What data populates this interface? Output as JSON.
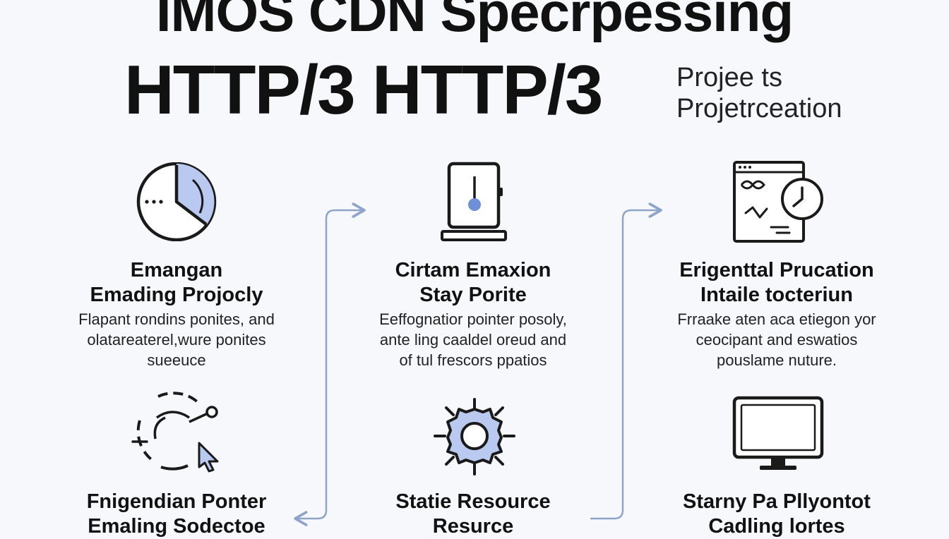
{
  "header": {
    "title_line1": "IMOS CDN Specrpessing",
    "title_line2": "HTTP/3 HTTP/3",
    "side_note": [
      "Projee ts",
      "Projetrceation"
    ]
  },
  "cards": [
    {
      "icon": "clock-pie-icon",
      "heading": [
        "Emangan",
        "Emading Projocly"
      ],
      "body": [
        "Flapant rondins ponites, and",
        "olatareaterel,wure ponites",
        "sueeuce"
      ]
    },
    {
      "icon": "server-device-icon",
      "heading": [
        "Cirtam Emaxion",
        "Stay Porite"
      ],
      "body": [
        "Eeffognatior pointer posoly,",
        "ante ling caaldel oreud and",
        "of tul frescors ppatios"
      ]
    },
    {
      "icon": "browser-clock-icon",
      "heading": [
        "Erigenttal Prucation",
        "Intaile tocteriun"
      ],
      "body": [
        "Frraake aten aca etiegon yor",
        "ceocipant and eswatios",
        "pouslame nuture."
      ]
    },
    {
      "icon": "cursor-circle-icon",
      "heading": [
        "Fnigendian Ponter",
        "Emaling Sodectoe"
      ],
      "body": []
    },
    {
      "icon": "gear-icon",
      "heading": [
        "Statie Resource",
        "Resurce"
      ],
      "body": []
    },
    {
      "icon": "monitor-icon",
      "heading": [
        "Starny Pa Pllyontot",
        "Cadling lortes"
      ],
      "body": []
    }
  ],
  "colors": {
    "accent": "#8aa3d8",
    "accent_fill": "#b9c9ef",
    "stroke": "#1a1a1a",
    "connector": "#8fa4c9",
    "background": "#f6f8fb"
  }
}
